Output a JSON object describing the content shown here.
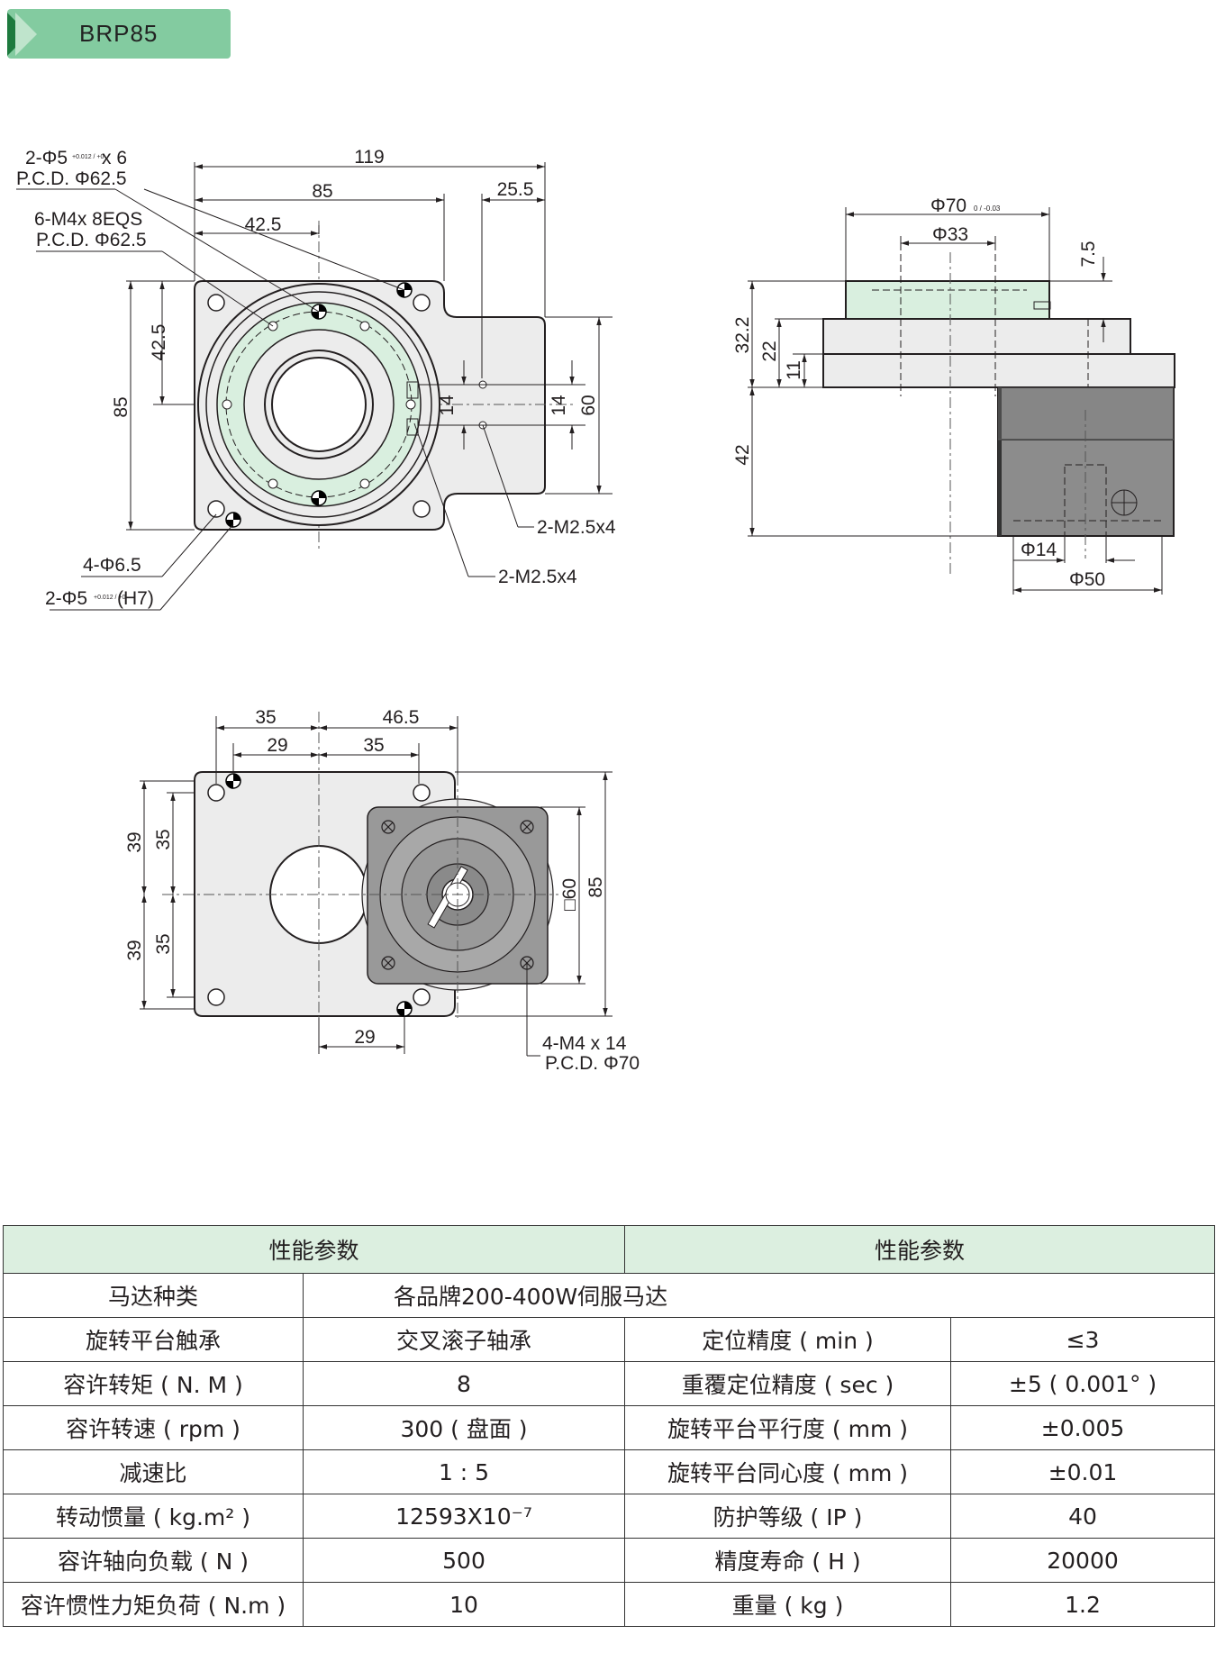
{
  "header": {
    "model": "BRP85"
  },
  "top_view": {
    "dims": {
      "d119": "119",
      "d85_top": "85",
      "d25_5": "25.5",
      "d42_5_top": "42.5",
      "d42_5_side": "42.5",
      "d85_side": "85",
      "d14_a": "14",
      "d14_b": "14",
      "d60": "60"
    },
    "callouts": {
      "pin_top_1": "2-Φ5",
      "pin_top_tol": "+0.012 / +0",
      "pin_top_count": "x 6",
      "pin_top_pcd": "P.C.D. Φ62.5",
      "tap_top": "6-M4x 8EQS",
      "tap_top_pcd": "P.C.D. Φ62.5",
      "holes_4": "4-Φ6.5",
      "pin_bottom": "2-Φ5",
      "pin_bottom_tol": "+0.012 / +0",
      "pin_bottom_fit": "(H7)",
      "m25_a": "2-M2.5x4",
      "m25_b": "2-M2.5x4"
    }
  },
  "side_view": {
    "dims": {
      "phi70": "Φ70",
      "phi70_tol": "0 / -0.03",
      "phi33": "Φ33",
      "d7_5": "7.5",
      "d32_2": "32.2",
      "d22": "22",
      "d11": "11",
      "d42": "42",
      "phi14": "Φ14",
      "phi50": "Φ50"
    }
  },
  "bottom_view": {
    "dims": {
      "d35_top": "35",
      "d46_5": "46.5",
      "d29_top": "29",
      "d35_mid": "35",
      "d39_a": "39",
      "d35_a": "35",
      "d39_b": "39",
      "d35_b": "35",
      "sq60": "□60",
      "d85": "85",
      "d29_bottom": "29"
    },
    "callouts": {
      "motor_tap": "4-M4 x 14",
      "motor_pcd": "P.C.D. Φ70"
    }
  },
  "spec_table": {
    "headers": [
      "性能参数",
      "性能参数"
    ],
    "motor_type_label": "马达种类",
    "motor_type_value": "各品牌200-400W伺服马达",
    "rows": [
      [
        "旋转平台触承",
        "交叉滚子轴承",
        "定位精度 ( min )",
        "≤3"
      ],
      [
        "容许转矩 ( N. M )",
        "8",
        "重覆定位精度 ( sec )",
        "±5 ( 0.001° )"
      ],
      [
        "容许转速 ( rpm )",
        "300 ( 盘面 )",
        "旋转平台平行度 ( mm )",
        "±0.005"
      ],
      [
        "减速比",
        "1 : 5",
        "旋转平台同心度 ( mm )",
        "±0.01"
      ],
      [
        "转动惯量 ( kg.m² )",
        "12593X10⁻⁷",
        "防护等级 ( IP )",
        "40"
      ],
      [
        "容许轴向负载 ( N )",
        "500",
        "精度寿命 ( H )",
        "20000"
      ],
      [
        "容许惯性力矩负荷 ( N.m )",
        "10",
        "重量 ( kg )",
        "1.2"
      ]
    ]
  },
  "colors": {
    "accent_green": "#83cba0",
    "ring_green": "#d9efdf",
    "body_gray": "#eaeaea",
    "motor_gray": "#8c8c8c"
  }
}
